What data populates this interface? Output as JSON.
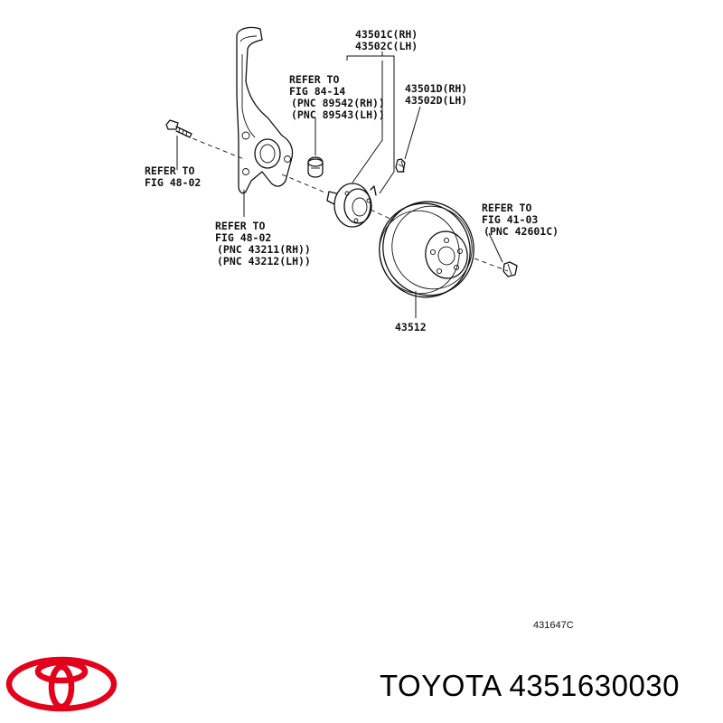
{
  "diagram": {
    "labels": {
      "hub_rh": "43501C(RH)",
      "hub_lh": "43502C(LH)",
      "bolt_rh": "43501D(RH)",
      "bolt_lh": "43502D(LH)",
      "disc": "43512",
      "ref_84_14": [
        "REFER TO",
        "FIG 84-14",
        "(PNC 89542(RH))",
        "(PNC 89543(LH))"
      ],
      "ref_48_02_bolt": [
        "REFER TO",
        "FIG 48-02"
      ],
      "ref_48_02_knuckle": [
        "REFER TO",
        "FIG 48-02",
        "(PNC 43211(RH))",
        "(PNC 43212(LH))"
      ],
      "ref_41_03": [
        "REFER TO",
        "FIG 41-03",
        "(PNC 42601C)"
      ]
    },
    "figure_code": "431647C"
  },
  "footer": {
    "brand_text": "TOYOTA 4351630030",
    "logo_color": "#e3001b"
  },
  "icons": {
    "logo": "toyota-emblem-icon"
  }
}
